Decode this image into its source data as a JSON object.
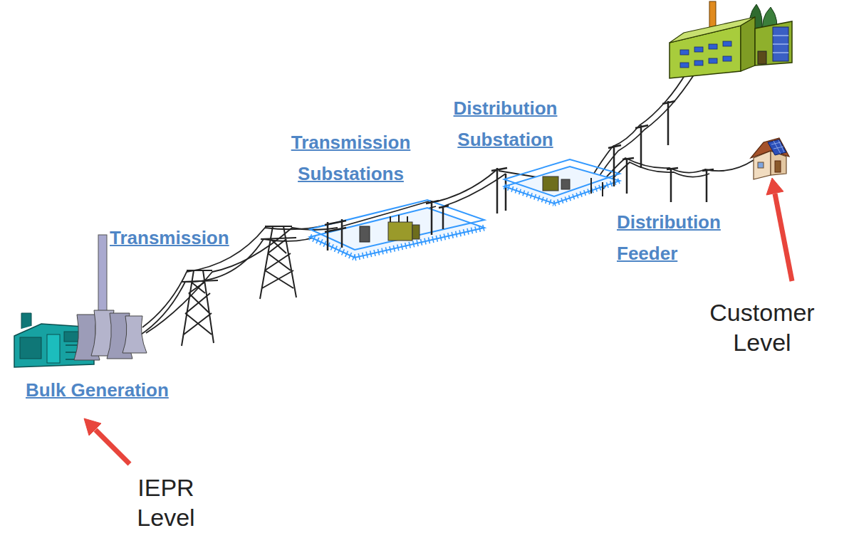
{
  "diagram": {
    "labels": [
      "Transmission Substations",
      "Distribution Substation",
      "Transmission",
      "Distribution Feeder",
      "Customer Level",
      "Bulk Generation",
      "IEPR Level"
    ]
  }
}
